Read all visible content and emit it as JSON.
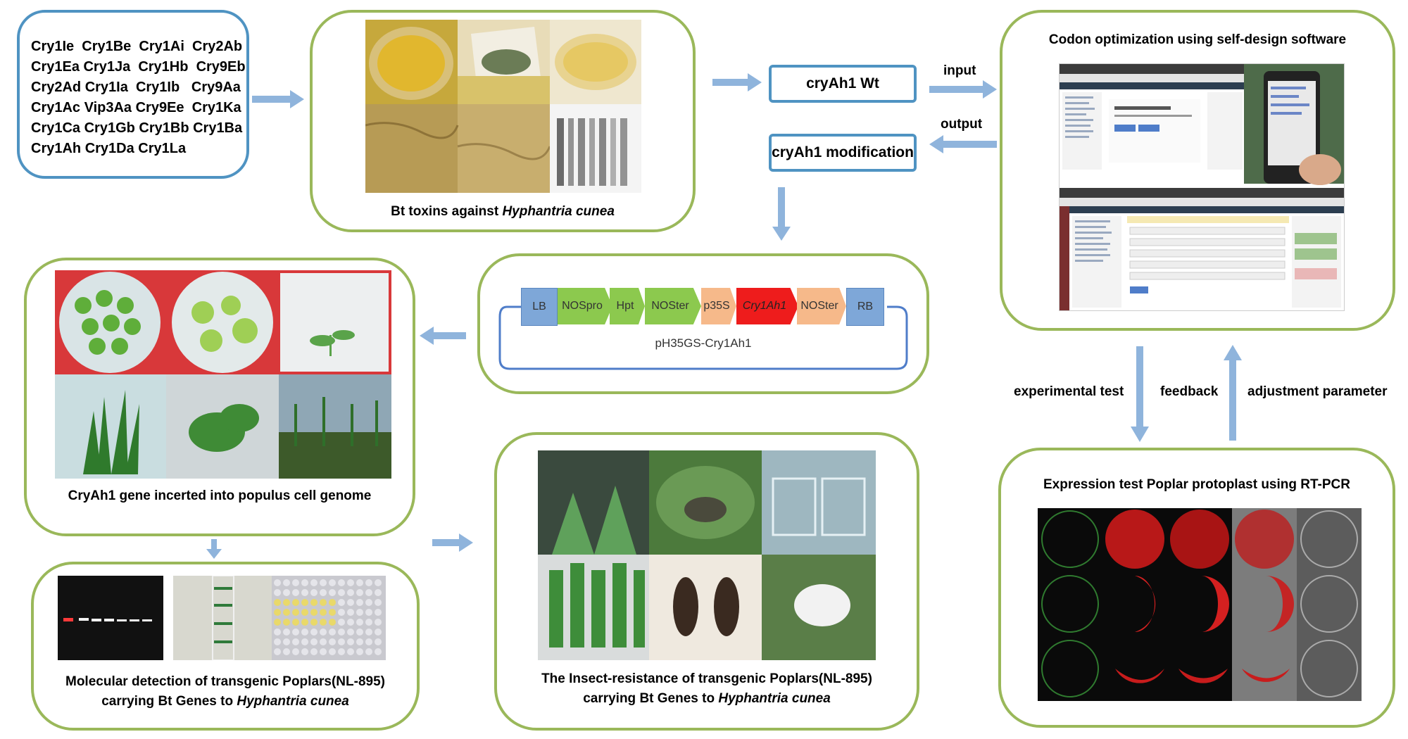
{
  "cry_genes": {
    "lines": [
      "Cry1Ie  Cry1Be  Cry1Ai  Cry2Ab",
      "Cry1Ea Cry1Ja  Cry1Hb  Cry9Eb",
      "Cry2Ad Cry1Ia  Cry1Ib   Cry9Aa",
      "Cry1Ac Vip3Aa Cry9Ee  Cry1Ka",
      "Cry1Ca Cry1Gb Cry1Bb Cry1Ba",
      "Cry1Ah Cry1Da Cry1La"
    ]
  },
  "bt_toxins": {
    "caption_prefix": "Bt toxins against ",
    "caption_italic": "Hyphantria cunea"
  },
  "flow": {
    "wt_label": "cryAh1 Wt",
    "mod_label": "cryAh1 modification",
    "input_label": "input",
    "output_label": "output"
  },
  "codon": {
    "title": "Codon optimization using self-design software"
  },
  "vector": {
    "segments": [
      "LB",
      "NOSpro",
      "Hpt",
      "NOSter",
      "p35S",
      "Cry1Ah1",
      "NOSter",
      "RB"
    ],
    "name": "pH35GS-Cry1Ah1"
  },
  "insertion": {
    "caption": "CryAh1 gene incerted into populus cell genome"
  },
  "loop": {
    "experimental": "experimental test",
    "feedback": "feedback",
    "adjustment": "adjustment parameter"
  },
  "expression": {
    "title": "Expression test Poplar  protoplast using RT-PCR"
  },
  "molecular": {
    "line1": "Molecular detection of transgenic Poplars(NL-895)",
    "line2_prefix": "carrying Bt Genes to ",
    "line2_italic": "Hyphantria cunea"
  },
  "resistance": {
    "line1": "The Insect-resistance of transgenic Poplars(NL-895)",
    "line2_prefix": "carrying Bt Genes to ",
    "line2_italic": "Hyphantria cunea"
  },
  "colors": {
    "panel_border_green": "#9ab85a",
    "panel_border_blue": "#4f93c2",
    "arrow": "#8fb4dc",
    "vector_blue": "#7ea7d8",
    "vector_green": "#8cc94e",
    "vector_orange": "#f6b98a",
    "vector_red": "#ee1c1c"
  }
}
